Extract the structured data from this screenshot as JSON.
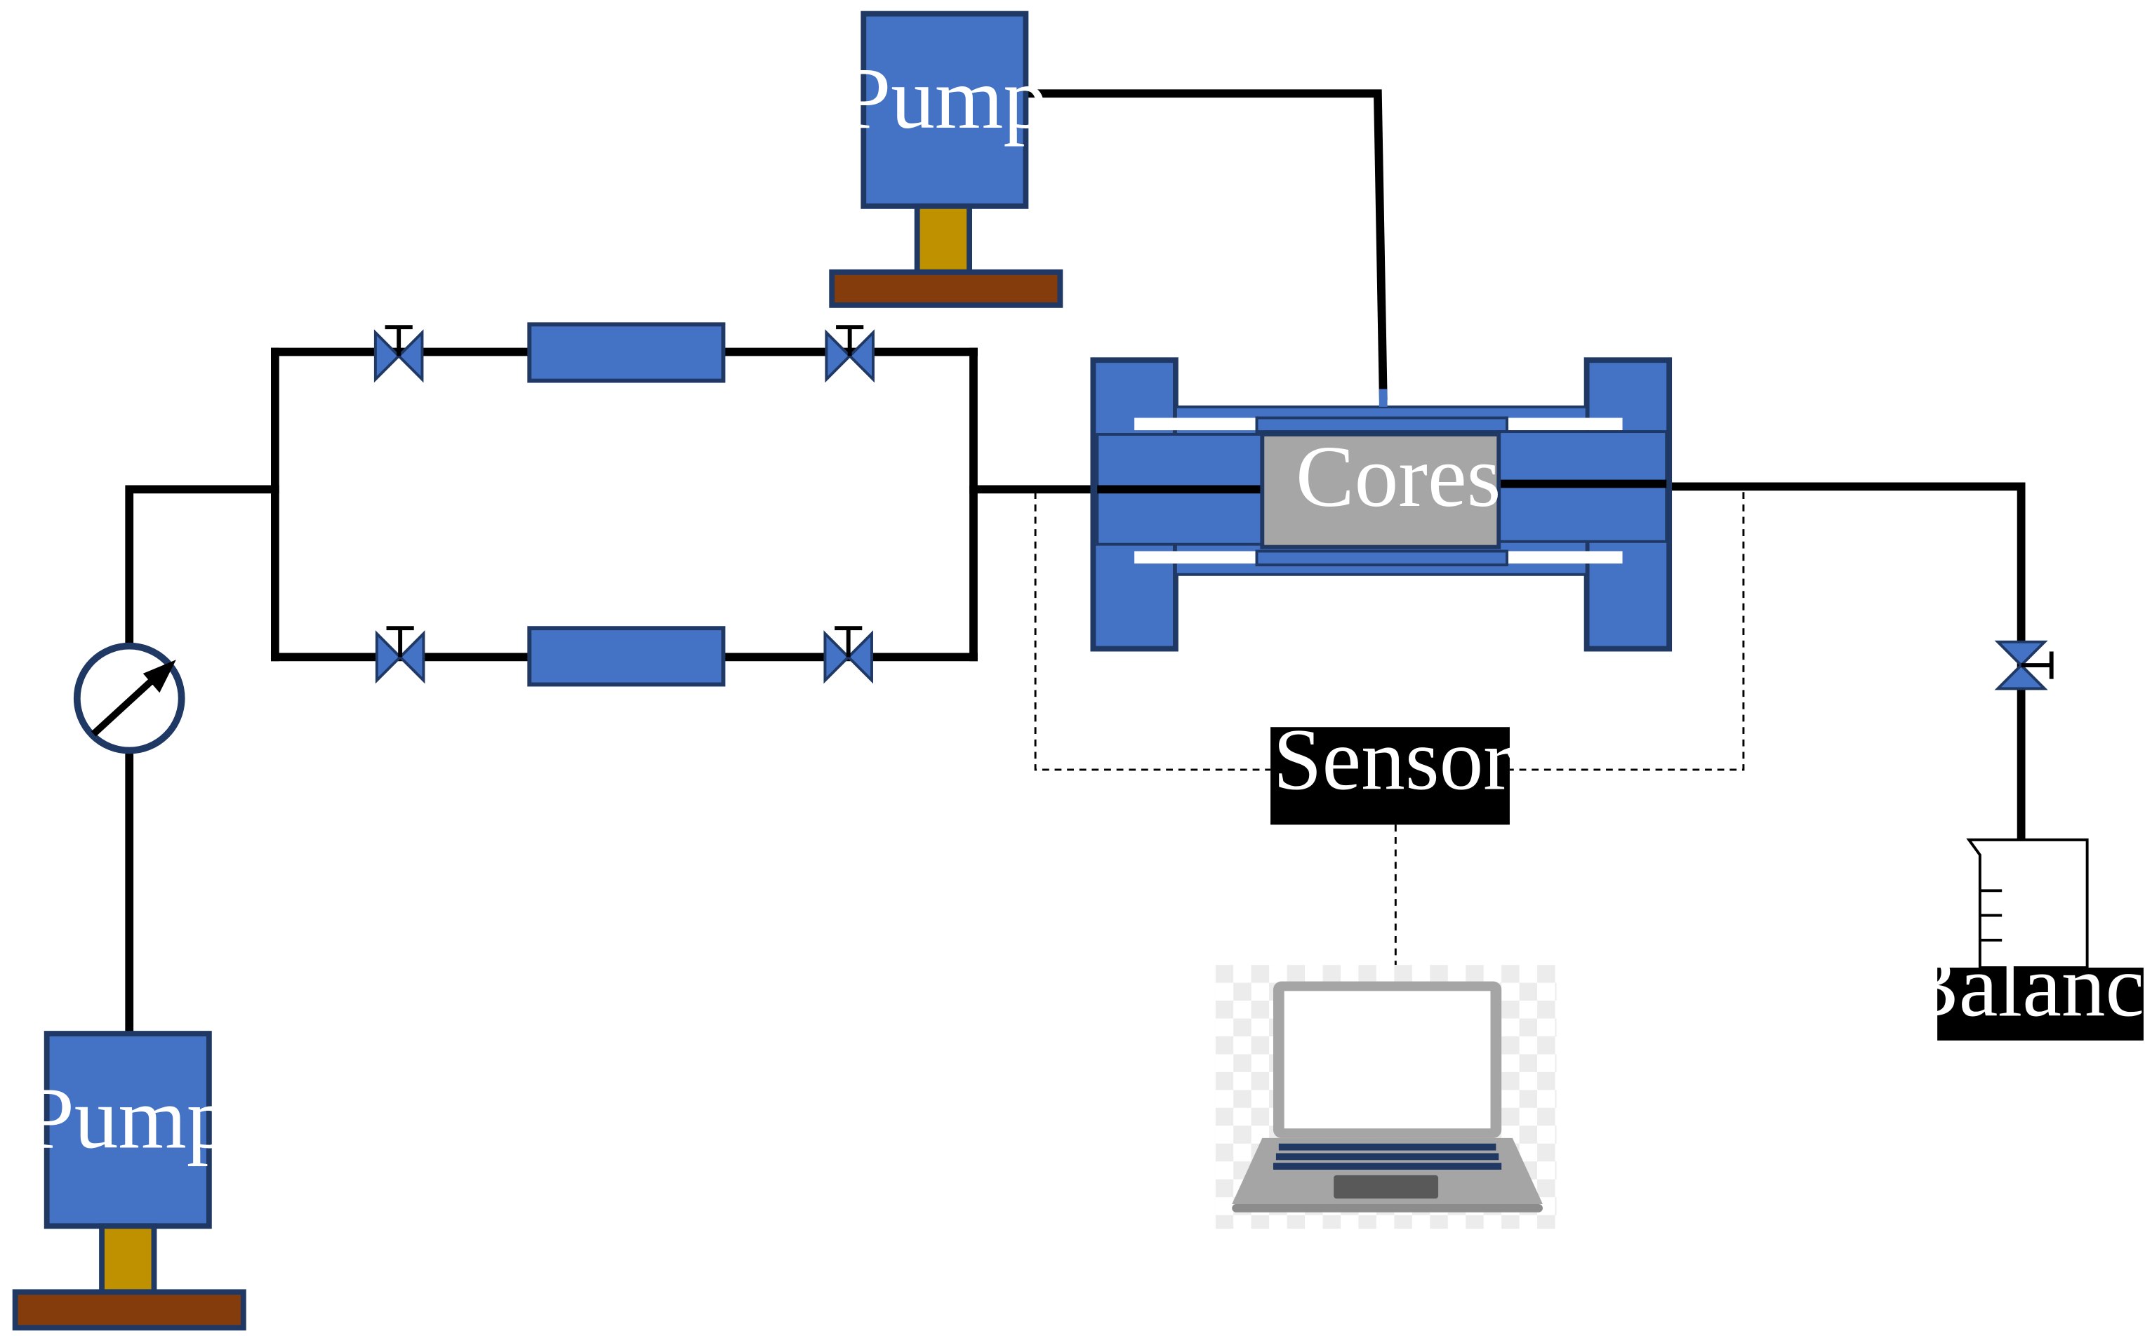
{
  "labels": {
    "pump_top": "Pump",
    "pump_bottom": "Pump",
    "cores": "Cores",
    "sensor": "Sensor",
    "balance": "Balance"
  },
  "colors": {
    "equipment_blue": "#4472c4",
    "equipment_border": "#1f3864",
    "pipe": "#000000",
    "cores_fill": "#a6a6a6",
    "pump_stem": "#bf9000",
    "pump_base": "#843c0c",
    "sensor_fill": "#000000",
    "laptop_body": "#a5a5a5"
  },
  "icons": [
    "pressure-gauge-icon",
    "valve-icon",
    "laptop-icon",
    "beaker-icon"
  ]
}
